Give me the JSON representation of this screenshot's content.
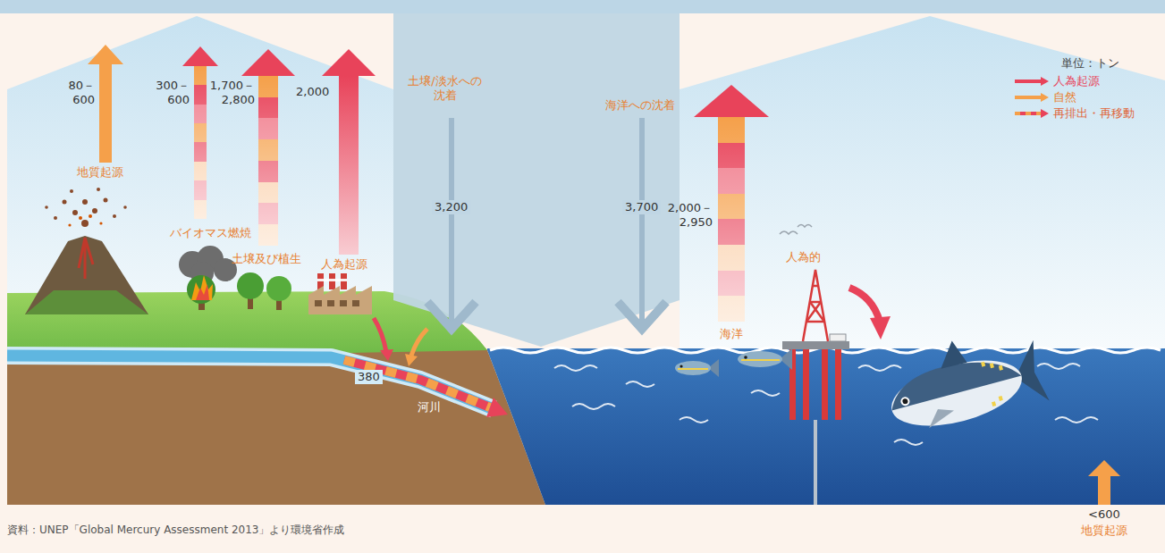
{
  "diagram": {
    "caption": "資料：UNEP「Global Mercury Assessment 2013」より環境省作成",
    "labels": [
      "単位：トン",
      "80－ 600",
      "300－ 600",
      "1,700－ 2,800",
      "2,000",
      "土壌/淡水への 沈着",
      "海洋への沈着",
      "地質起源",
      "3,200",
      "3,700",
      "2,000－ 2,950",
      "バイオマス燃焼",
      "人為的",
      "土壌及び植生",
      "人為起源",
      "海洋",
      "380",
      "河川",
      "<600",
      "地質起源"
    ],
    "legend": [
      {
        "text": "人為起源",
        "color": "#e8435a"
      },
      {
        "text": "自然",
        "color": "#f5a04a"
      },
      {
        "text": "再排出・再移動"
      }
    ]
  }
}
